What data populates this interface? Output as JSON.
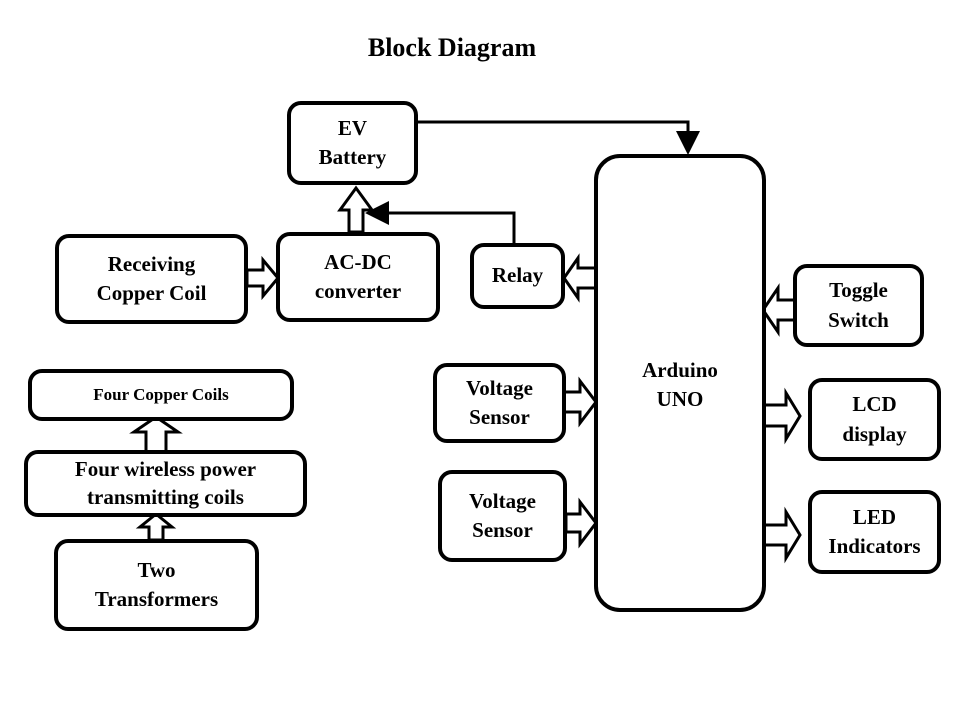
{
  "title": "Block Diagram",
  "blocks": {
    "ev_battery": "EV\nBattery",
    "ac_dc": "AC-DC\nconverter",
    "receiving_coil": "Receiving\nCopper Coil",
    "relay": "Relay",
    "arduino": "Arduino\n UNO",
    "toggle": "Toggle\nSwitch",
    "voltage1": "Voltage\nSensor",
    "voltage2": "Voltage\nSensor",
    "lcd": "LCD\ndisplay",
    "led": "LED\nIndicators",
    "four_copper": "Four Copper Coils",
    "four_wireless": "Four wireless power\ntransmitting coils",
    "transformers": "Two\nTransformers"
  },
  "connections": [
    {
      "from": "Two Transformers",
      "to": "Four wireless power transmitting coils",
      "type": "block-arrow"
    },
    {
      "from": "Four wireless power transmitting coils",
      "to": "Four Copper Coils",
      "type": "block-arrow"
    },
    {
      "from": "Receiving Copper Coil",
      "to": "AC-DC converter",
      "type": "block-arrow"
    },
    {
      "from": "AC-DC converter",
      "to": "EV Battery",
      "type": "block-arrow"
    },
    {
      "from": "Relay",
      "to": "AC-DC/EV Battery link",
      "type": "line-arrow"
    },
    {
      "from": "EV Battery",
      "to": "Arduino UNO",
      "type": "line-arrow"
    },
    {
      "from": "Arduino UNO",
      "to": "Relay",
      "type": "block-arrow"
    },
    {
      "from": "Voltage Sensor",
      "to": "Arduino UNO",
      "type": "block-arrow"
    },
    {
      "from": "Voltage Sensor",
      "to": "Arduino UNO",
      "type": "block-arrow"
    },
    {
      "from": "Toggle Switch",
      "to": "Arduino UNO",
      "type": "block-arrow"
    },
    {
      "from": "Arduino UNO",
      "to": "LCD display",
      "type": "block-arrow"
    },
    {
      "from": "Arduino UNO",
      "to": "LED Indicators",
      "type": "block-arrow"
    }
  ]
}
